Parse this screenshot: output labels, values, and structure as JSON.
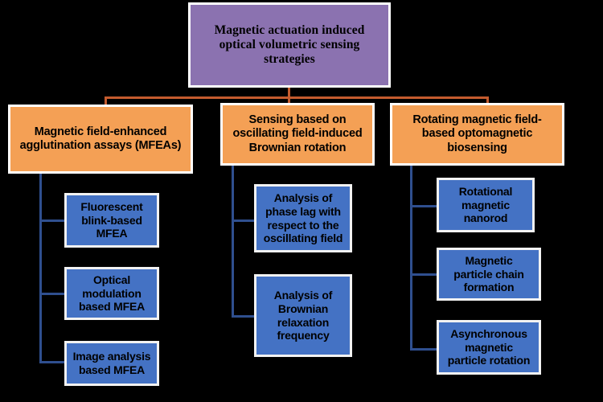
{
  "diagram": {
    "title": "Magnetic actuation induced optical volumetric sensing strategies",
    "background_color": "#000000",
    "colors": {
      "root": "#8B72B0",
      "category": "#F4A055",
      "leaf": "#4472C4",
      "root_connector": "#C45B2E",
      "branch_connector": "#2F4F8F",
      "box_border": "#FFFFFF",
      "text": "#000000"
    },
    "root": {
      "label": "Magnetic actuation induced\noptical volumetric sensing\nstrategies"
    },
    "branches": [
      {
        "label": "Magnetic field-enhanced\nagglutination assays (MFEAs)",
        "children": [
          {
            "label": "Fluorescent\nblink-based\nMFEA"
          },
          {
            "label": "Optical\nmodulation\nbased MFEA"
          },
          {
            "label": "Image analysis\nbased MFEA"
          }
        ]
      },
      {
        "label": "Sensing based on\noscillating field-induced\nBrownian rotation",
        "children": [
          {
            "label": "Analysis of\nphase lag with\nrespect to the\noscillating field"
          },
          {
            "label": "Analysis of\nBrownian\nrelaxation\nfrequency"
          }
        ]
      },
      {
        "label": "Rotating magnetic field-\nbased optomagnetic\nbiosensing",
        "children": [
          {
            "label": "Rotational\nmagnetic\nnanorod"
          },
          {
            "label": "Magnetic\nparticle chain\nformation"
          },
          {
            "label": "Asynchronous\nmagnetic\nparticle rotation"
          }
        ]
      }
    ]
  }
}
